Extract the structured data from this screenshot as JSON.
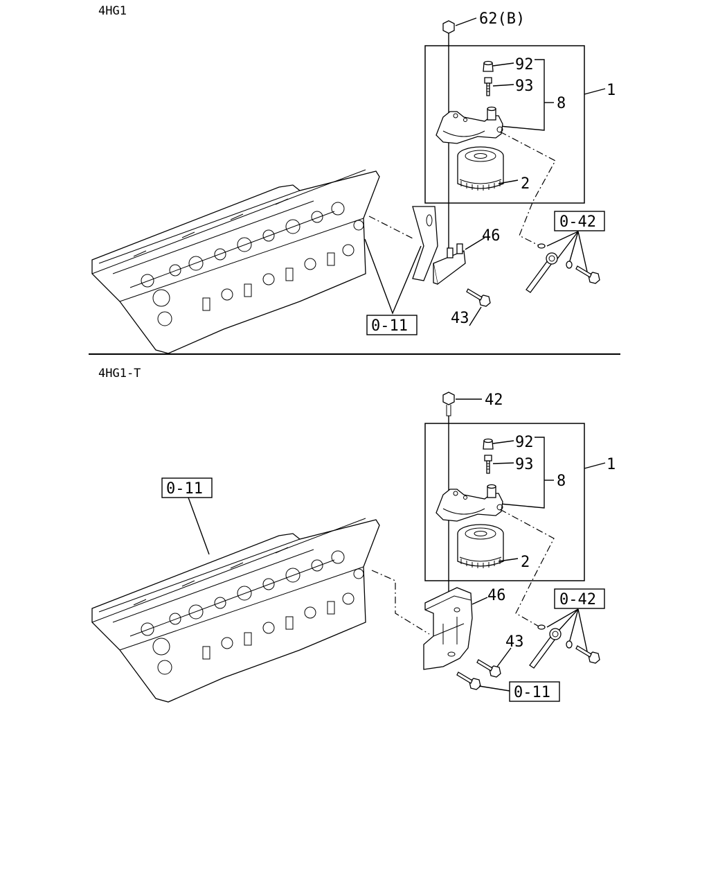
{
  "sections": [
    {
      "title": "4HG1",
      "callouts": {
        "top_fastener": "62(B)",
        "cap": "92",
        "bleeder": "93",
        "head_assembly": "8",
        "filter_assembly": "1",
        "element": "2",
        "bracket": "46",
        "bolt": "43"
      },
      "references": {
        "pipe_group": "0-42",
        "head_group": "0-11"
      }
    },
    {
      "title": "4HG1-T",
      "callouts": {
        "top_fastener": "42",
        "cap": "92",
        "bleeder": "93",
        "head_assembly": "8",
        "filter_assembly": "1",
        "element": "2",
        "bracket": "46",
        "bolt": "43"
      },
      "references": {
        "pipe_group": "0-42",
        "head_group_cylinder": "0-11",
        "head_group_bracket": "0-11"
      }
    }
  ]
}
